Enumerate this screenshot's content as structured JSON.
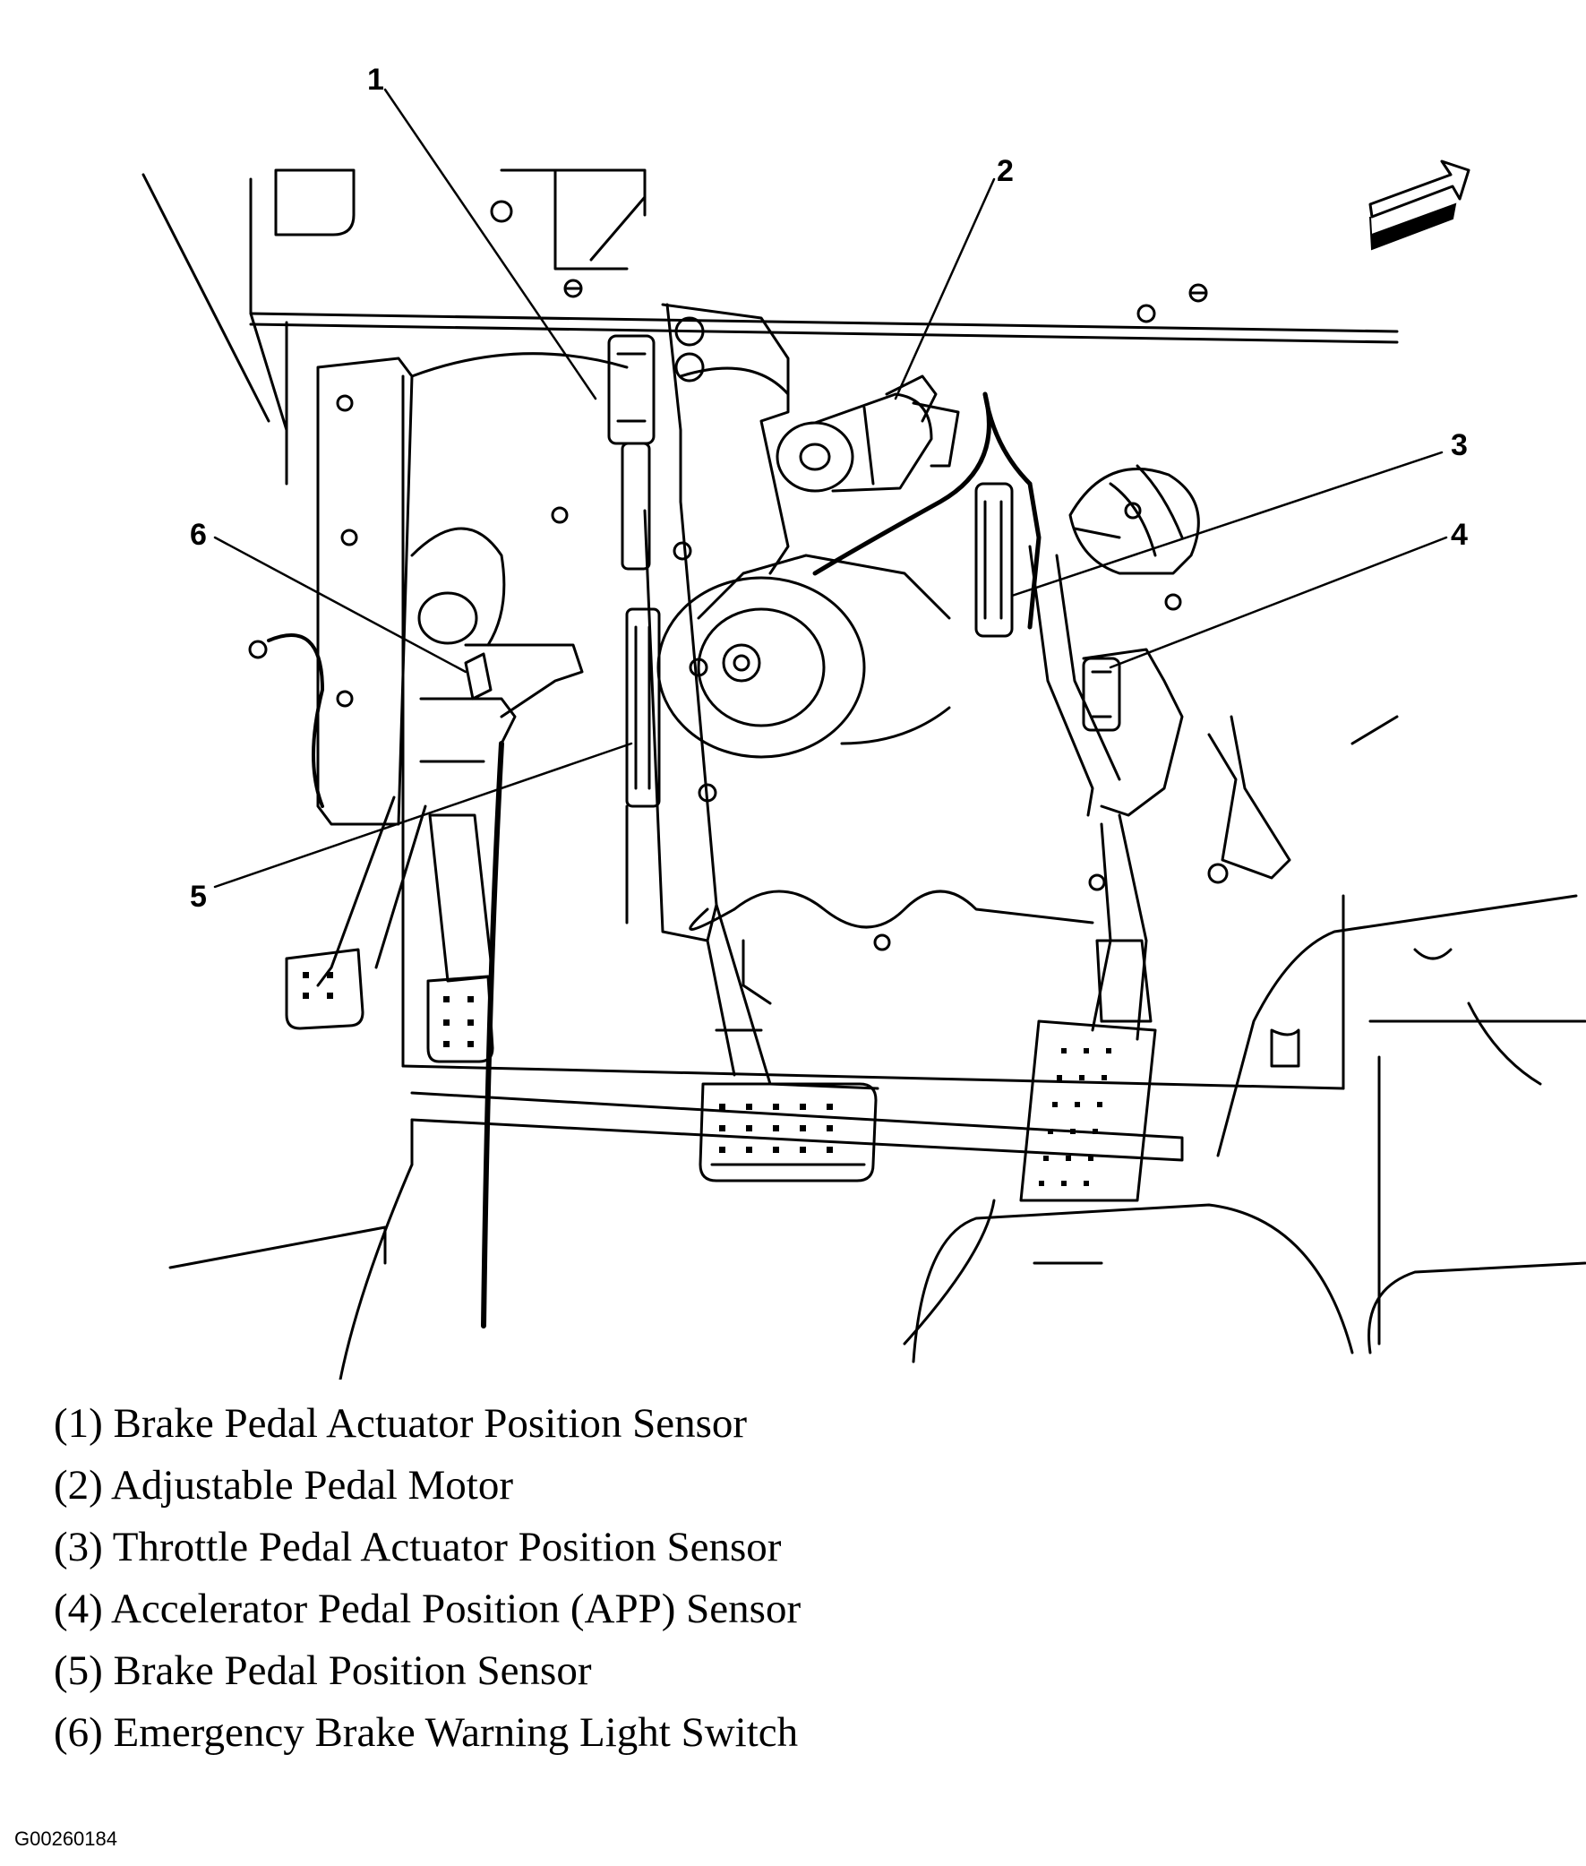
{
  "callouts": [
    "1",
    "2",
    "3",
    "4",
    "5",
    "6"
  ],
  "legend": [
    "(1) Brake Pedal Actuator Position Sensor",
    "(2) Adjustable Pedal Motor",
    "(3) Throttle Pedal Actuator Position Sensor",
    "(4) Accelerator Pedal Position (APP) Sensor",
    "(5) Brake Pedal Position Sensor",
    "(6) Emergency Brake Warning Light Switch"
  ],
  "figure_id": "G00260184",
  "icons": [
    "forward-arrow-icon"
  ]
}
